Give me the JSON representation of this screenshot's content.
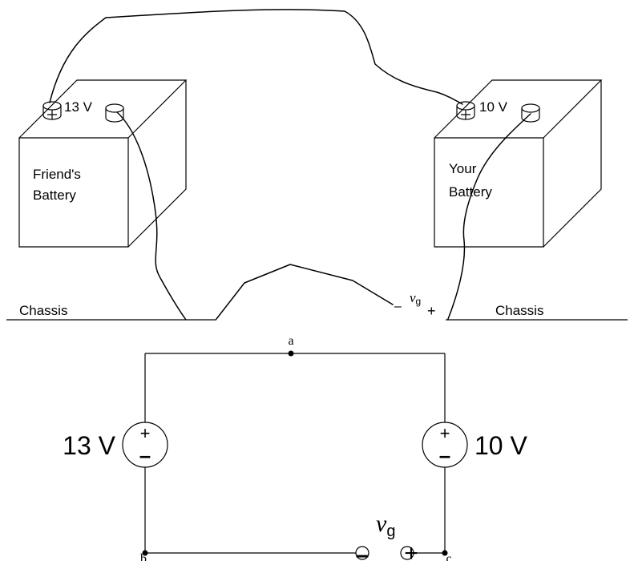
{
  "pictorial": {
    "friend_battery": {
      "label_line1": "Friend's",
      "label_line2": "Battery",
      "terminal_voltage": "13 V"
    },
    "your_battery": {
      "label_line1": "Your",
      "label_line2": "Battery",
      "terminal_voltage": "10 V"
    },
    "chassis_left": "Chassis",
    "chassis_right": "Chassis",
    "vg_symbol": "v",
    "vg_subscript": "g",
    "vg_minus": "–",
    "vg_plus": "+"
  },
  "schematic": {
    "node_a": "a",
    "node_b": "b",
    "node_c": "c",
    "left_source_value": "13 V",
    "right_source_value": "10 V",
    "source_plus": "+",
    "source_minus": "–",
    "vg_symbol": "v",
    "vg_subscript": "g",
    "vg_minus": "–",
    "vg_plus": "+"
  }
}
